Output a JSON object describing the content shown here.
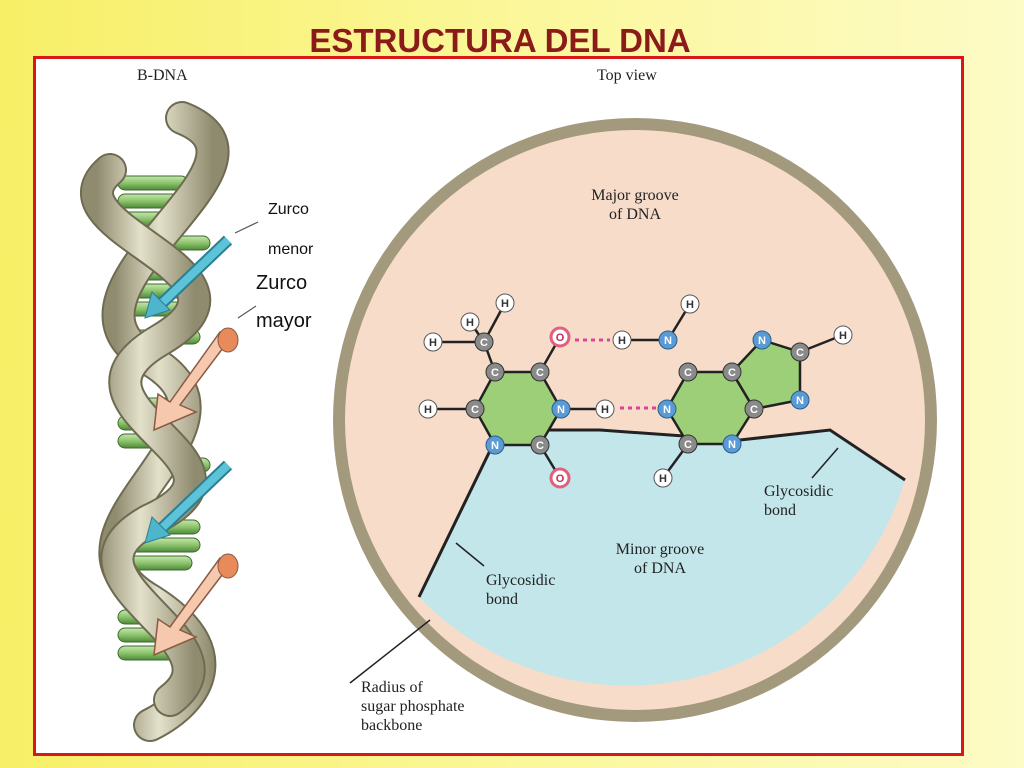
{
  "slide": {
    "title": "ESTRUCTURA DEL DNA"
  },
  "helix": {
    "label": "B-DNA",
    "minor_groove_label_line1": "Zurco",
    "minor_groove_label_line2": "menor",
    "major_groove_label_line1": "Zurco",
    "major_groove_label_line2": "mayor"
  },
  "top_view": {
    "label": "Top view",
    "major_groove_line1": "Major groove",
    "major_groove_line2": "of DNA",
    "minor_groove_line1": "Minor groove",
    "minor_groove_line2": "of DNA",
    "glycosidic_right_line1": "Glycosidic",
    "glycosidic_right_line2": "bond",
    "glycosidic_left_line1": "Glycosidic",
    "glycosidic_left_line2": "bond",
    "radius_line1": "Radius of",
    "radius_line2": "sugar phosphate",
    "radius_line3": "backbone"
  },
  "atoms": {
    "carbon": "C",
    "hydrogen": "H",
    "nitrogen": "N",
    "oxygen": "O"
  },
  "colors": {
    "title": "#8b1a1a",
    "frame_border": "#d81818",
    "major_groove_fill": "#f8dcca",
    "minor_groove_fill": "#c2e6ea",
    "backbone_ring": "#a39a7d",
    "ring_fill": "#9dcf78",
    "carbon_atom": "#8a8a8a",
    "nitrogen_atom": "#5b9bd5",
    "oxygen_atom": "#e0607e",
    "hbond": "#e0409a",
    "strand_fill": "#d7d4bd",
    "base_pair_fill": "#9ccd7e",
    "minor_arrow": "#4eb5cc",
    "major_arrow": "#f6c9ae"
  }
}
